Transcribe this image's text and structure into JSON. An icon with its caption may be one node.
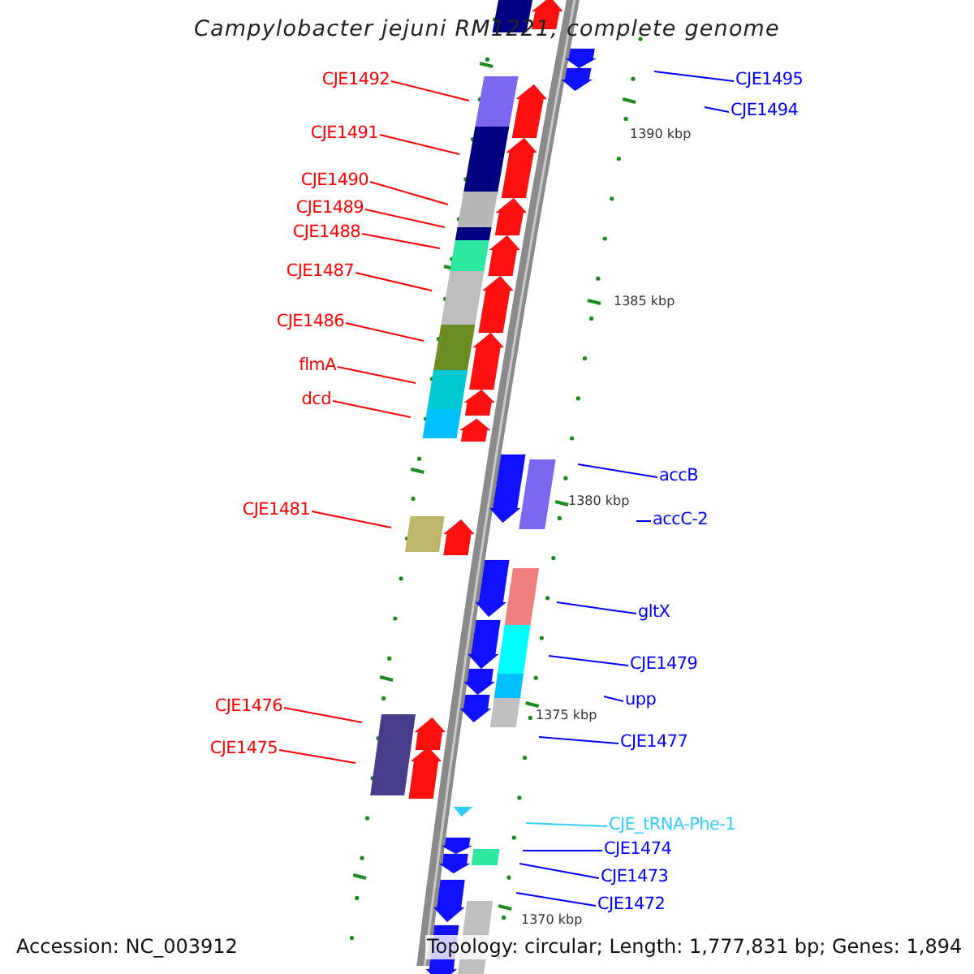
{
  "diagram": {
    "title": "Campylobacter jejuni RM1221, complete genome",
    "nodes": [
      {
        "text": [
          "CJE1492"
        ]
      },
      {
        "text": [
          "CJE1495"
        ]
      },
      {
        "text": [
          "CJE1494"
        ]
      },
      {
        "text": [
          "CJE1491"
        ]
      },
      {
        "text": [
          "CJE1490"
        ]
      },
      {
        "text": [
          "CJE1489"
        ]
      },
      {
        "text": [
          "CJE1488"
        ]
      },
      {
        "text": [
          "CJE1487"
        ]
      },
      {
        "text": [
          "CJE1486"
        ]
      },
      {
        "text": [
          "flmA"
        ]
      },
      {
        "text": [
          "dcd"
        ]
      },
      {
        "text": [
          "accB"
        ]
      },
      {
        "text": [
          "CJE1481"
        ]
      },
      {
        "text": [
          "accC-2"
        ]
      },
      {
        "text": [
          "gltX"
        ]
      },
      {
        "text": [
          "CJE1479"
        ]
      },
      {
        "text": [
          "upp"
        ]
      },
      {
        "text": [
          "CJE1476"
        ]
      },
      {
        "text": [
          "CJE1477"
        ]
      },
      {
        "text": [
          "CJE1475"
        ]
      },
      {
        "text": [
          "CJE_tRNA-Phe-1"
        ]
      },
      {
        "text": [
          "CJE1474"
        ]
      },
      {
        "text": [
          "CJE1473"
        ]
      },
      {
        "text": [
          "CJE1472"
        ]
      }
    ],
    "edges": [
      {
        "from": 0,
        "to": null,
        "arrow": "none",
        "color": "#ff0000"
      },
      {
        "from": 1,
        "to": null,
        "arrow": "none",
        "color": "#0000ff"
      },
      {
        "from": 2,
        "to": null,
        "arrow": "none",
        "color": "#0000ff"
      },
      {
        "from": 3,
        "to": null,
        "arrow": "none",
        "color": "#ff0000"
      },
      {
        "from": 4,
        "to": null,
        "arrow": "none",
        "color": "#ff0000"
      },
      {
        "from": 5,
        "to": null,
        "arrow": "none",
        "color": "#ff0000"
      },
      {
        "from": 6,
        "to": null,
        "arrow": "none",
        "color": "#ff0000"
      },
      {
        "from": 7,
        "to": null,
        "arrow": "none",
        "color": "#ff0000"
      },
      {
        "from": 8,
        "to": null,
        "arrow": "none",
        "color": "#ff0000"
      },
      {
        "from": 9,
        "to": null,
        "arrow": "none",
        "color": "#ff0000"
      },
      {
        "from": 10,
        "to": null,
        "arrow": "none",
        "color": "#ff0000"
      },
      {
        "from": 11,
        "to": null,
        "arrow": "none",
        "color": "#0000ff"
      },
      {
        "from": 12,
        "to": null,
        "arrow": "none",
        "color": "#ff0000"
      },
      {
        "from": 13,
        "to": null,
        "arrow": "none",
        "color": "#0000ff"
      },
      {
        "from": 14,
        "to": null,
        "arrow": "none",
        "color": "#0000ff"
      },
      {
        "from": 15,
        "to": null,
        "arrow": "none",
        "color": "#0000ff"
      },
      {
        "from": 16,
        "to": null,
        "arrow": "none",
        "color": "#0000ff"
      },
      {
        "from": 17,
        "to": null,
        "arrow": "none",
        "color": "#ff0000"
      },
      {
        "from": 18,
        "to": null,
        "arrow": "none",
        "color": "#0000ff"
      },
      {
        "from": 19,
        "to": null,
        "arrow": "none",
        "color": "#ff0000"
      },
      {
        "from": 20,
        "to": null,
        "arrow": "none",
        "color": "#33ccff"
      },
      {
        "from": 21,
        "to": null,
        "arrow": "none",
        "color": "#0000ff"
      },
      {
        "from": 22,
        "to": null,
        "arrow": "none",
        "color": "#0000ff"
      },
      {
        "from": 23,
        "to": null,
        "arrow": "none",
        "color": "#0000ff"
      }
    ],
    "labels": [
      "1390 kbp",
      "1385 kbp",
      "1380 kbp",
      "1375 kbp",
      "1370 kbp",
      "Accession: NC_003912",
      "Topology: circular; Length: 1,777,831 bp; Genes: 1,894"
    ]
  }
}
